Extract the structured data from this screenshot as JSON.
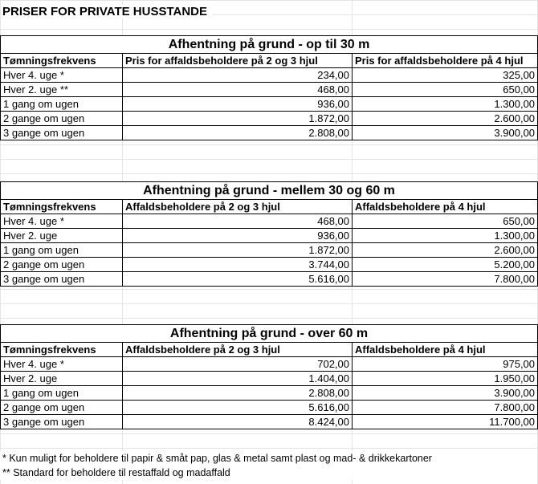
{
  "title": "PRISER FOR PRIVATE HUSSTANDE",
  "sections": [
    {
      "heading": "Afhentning på grund - op til 30 m",
      "columns": [
        "Tømningsfrekvens",
        "Pris for affaldsbeholdere på 2 og 3 hjul",
        "Pris for affaldsbeholdere på 4 hjul"
      ],
      "rows": [
        [
          "Hver 4. uge *",
          "234,00",
          "325,00"
        ],
        [
          "Hver 2. uge **",
          "468,00",
          "650,00"
        ],
        [
          "1 gang om ugen",
          "936,00",
          "1.300,00"
        ],
        [
          "2 gange om ugen",
          "1.872,00",
          "2.600,00"
        ],
        [
          "3 gange om ugen",
          "2.808,00",
          "3.900,00"
        ]
      ]
    },
    {
      "heading": "Afhentning på grund - mellem 30 og 60 m",
      "columns": [
        "Tømningsfrekvens",
        "Affaldsbeholdere på 2 og 3 hjul",
        "Affaldsbeholdere på 4 hjul"
      ],
      "rows": [
        [
          "Hver 4. uge *",
          "468,00",
          "650,00"
        ],
        [
          "Hver 2. uge",
          "936,00",
          "1.300,00"
        ],
        [
          "1 gang om ugen",
          "1.872,00",
          "2.600,00"
        ],
        [
          "2 gange om ugen",
          "3.744,00",
          "5.200,00"
        ],
        [
          "3 gange om ugen",
          "5.616,00",
          "7.800,00"
        ]
      ]
    },
    {
      "heading": "Afhentning på grund - over 60 m",
      "columns": [
        "Tømningsfrekvens",
        "Affaldsbeholdere på 2 og 3 hjul",
        "Affaldsbeholdere på 4 hjul"
      ],
      "rows": [
        [
          "Hver 4. uge *",
          "702,00",
          "975,00"
        ],
        [
          "Hver 2. uge",
          "1.404,00",
          "1.950,00"
        ],
        [
          "1 gang om ugen",
          "2.808,00",
          "3.900,00"
        ],
        [
          "2 gange om ugen",
          "5.616,00",
          "7.800,00"
        ],
        [
          "3 gange om ugen",
          "8.424,00",
          "11.700,00"
        ]
      ]
    }
  ],
  "notes": [
    "* Kun muligt for beholdere til papir & småt pap, glas & metal samt plast og mad- & drikkekartoner",
    "** Standard for beholdere til restaffald og madaffald"
  ]
}
